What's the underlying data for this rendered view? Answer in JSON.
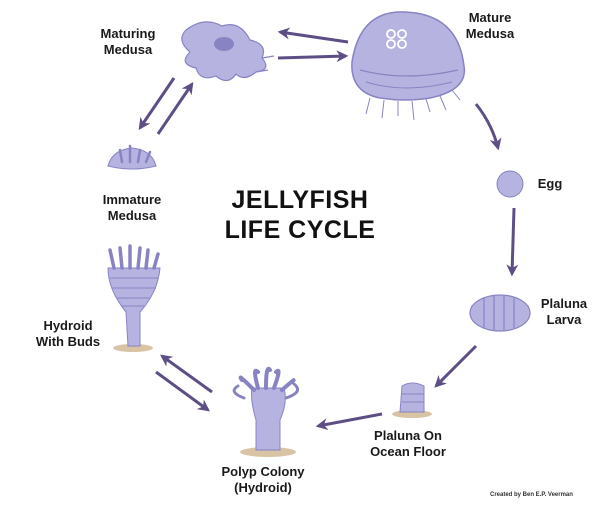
{
  "title": {
    "line1": "JELLYFISH",
    "line2": "LIFE CYCLE"
  },
  "stages": {
    "mature_medusa": {
      "line1": "Mature",
      "line2": "Medusa"
    },
    "egg": {
      "line1": "Egg"
    },
    "plaluna_larva": {
      "line1": "Plaluna",
      "line2": "Larva"
    },
    "plaluna_on_ocean_floor": {
      "line1": "Plaluna On",
      "line2": "Ocean Floor"
    },
    "polyp_colony": {
      "line1": "Polyp Colony",
      "line2": "(Hydroid)"
    },
    "hydroid_with_buds": {
      "line1": "Hydroid",
      "line2": "With Buds"
    },
    "immature_medusa": {
      "line1": "Immature",
      "line2": "Medusa"
    },
    "maturing_medusa": {
      "line1": "Maturing",
      "line2": "Medusa"
    }
  },
  "credit": "Created by Ben E.P. Veerman",
  "colors": {
    "organism": "#b6b3e0",
    "organism_dark": "#8884c4",
    "arrow": "#5e4e86",
    "sand": "#d8c4a4"
  }
}
